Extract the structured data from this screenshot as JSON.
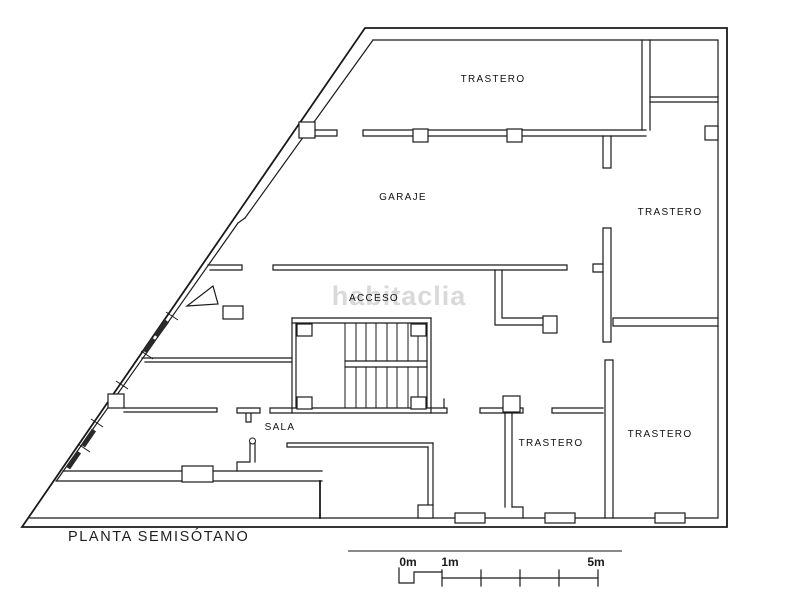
{
  "plan": {
    "title": "PLANTA SEMISÓTANO",
    "watermark": "habitaclia",
    "rooms": {
      "trastero_top": "TRASTERO",
      "garaje": "GARAJE",
      "trastero_right": "TRASTERO",
      "acceso": "ACCESO",
      "sala": "SALA",
      "trastero_bottom_middle": "TRASTERO",
      "trastero_bottom_right": "TRASTERO"
    },
    "scale_bar": {
      "labels": [
        "0m",
        "1m",
        "5m"
      ]
    },
    "colors": {
      "wall_line": "#1a1a1a",
      "watermark": "#d9d9d9",
      "divider": "#8a8a8a",
      "background": "#ffffff"
    }
  }
}
